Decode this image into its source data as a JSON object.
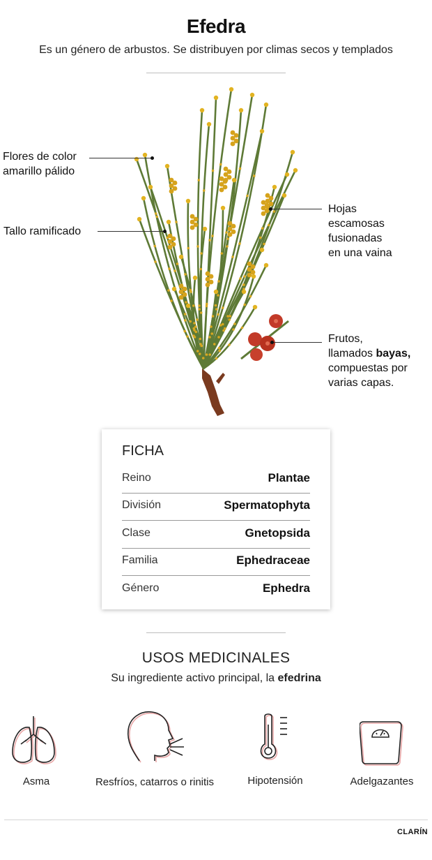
{
  "header": {
    "title": "Efedra",
    "subtitle": "Es un género de arbustos. Se distribuyen por climas secos y templados"
  },
  "callouts": {
    "flores": [
      "Flores de color",
      "amarillo pálido"
    ],
    "tallo": "Tallo ramificado",
    "hojas": [
      "Hojas",
      "escamosas",
      "fusionadas",
      "en una vaina"
    ],
    "frutos": {
      "l1": "Frutos,",
      "l2a": "llamados ",
      "l2b": "bayas,",
      "l3": "compuestas por",
      "l4": "varias capas."
    }
  },
  "ficha": {
    "title": "FICHA",
    "rows": [
      {
        "key": "Reino",
        "value": "Plantae"
      },
      {
        "key": "División",
        "value": "Spermatophyta"
      },
      {
        "key": "Clase",
        "value": "Gnetopsida"
      },
      {
        "key": "Familia",
        "value": "Ephedraceae"
      },
      {
        "key": "Género",
        "value": "Ephedra"
      }
    ]
  },
  "usos": {
    "title": "USOS MEDICINALES",
    "subtitle_a": "Su ingrediente activo principal, la ",
    "subtitle_b": "efedrina",
    "items": [
      {
        "label": "Asma",
        "icon": "lungs-icon"
      },
      {
        "label": "Resfríos, catarros o rinitis",
        "icon": "head-breath-icon"
      },
      {
        "label": "Hipotensión",
        "icon": "thermometer-icon"
      },
      {
        "label": "Adelgazantes",
        "icon": "scale-icon"
      }
    ]
  },
  "credit": "CLARÍN",
  "colors": {
    "stem": "#5e7a36",
    "flower": "#e2b321",
    "berry": "#c23a28",
    "trunk": "#7a3a1f",
    "icon_stroke": "#222222",
    "icon_shadow": "#e8a6a6"
  }
}
